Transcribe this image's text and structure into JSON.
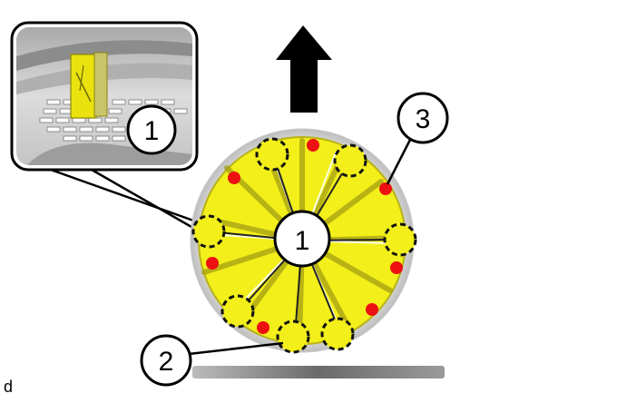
{
  "callouts": {
    "inset": "1",
    "center": "1",
    "bottom": "2",
    "top_right": "3"
  },
  "corner_mark": "d",
  "colors": {
    "part_fill": "#f2ef1a",
    "part_dark": "#b8b21a",
    "hub_fill": "#f3ed3a",
    "red_dot": "#ee1111",
    "arrow": "#000000",
    "line": "#222222"
  },
  "icons": {
    "arrow": "up-arrow-icon",
    "dashed_circle": "clip-location-marker",
    "red_dot": "contact-point-marker"
  }
}
